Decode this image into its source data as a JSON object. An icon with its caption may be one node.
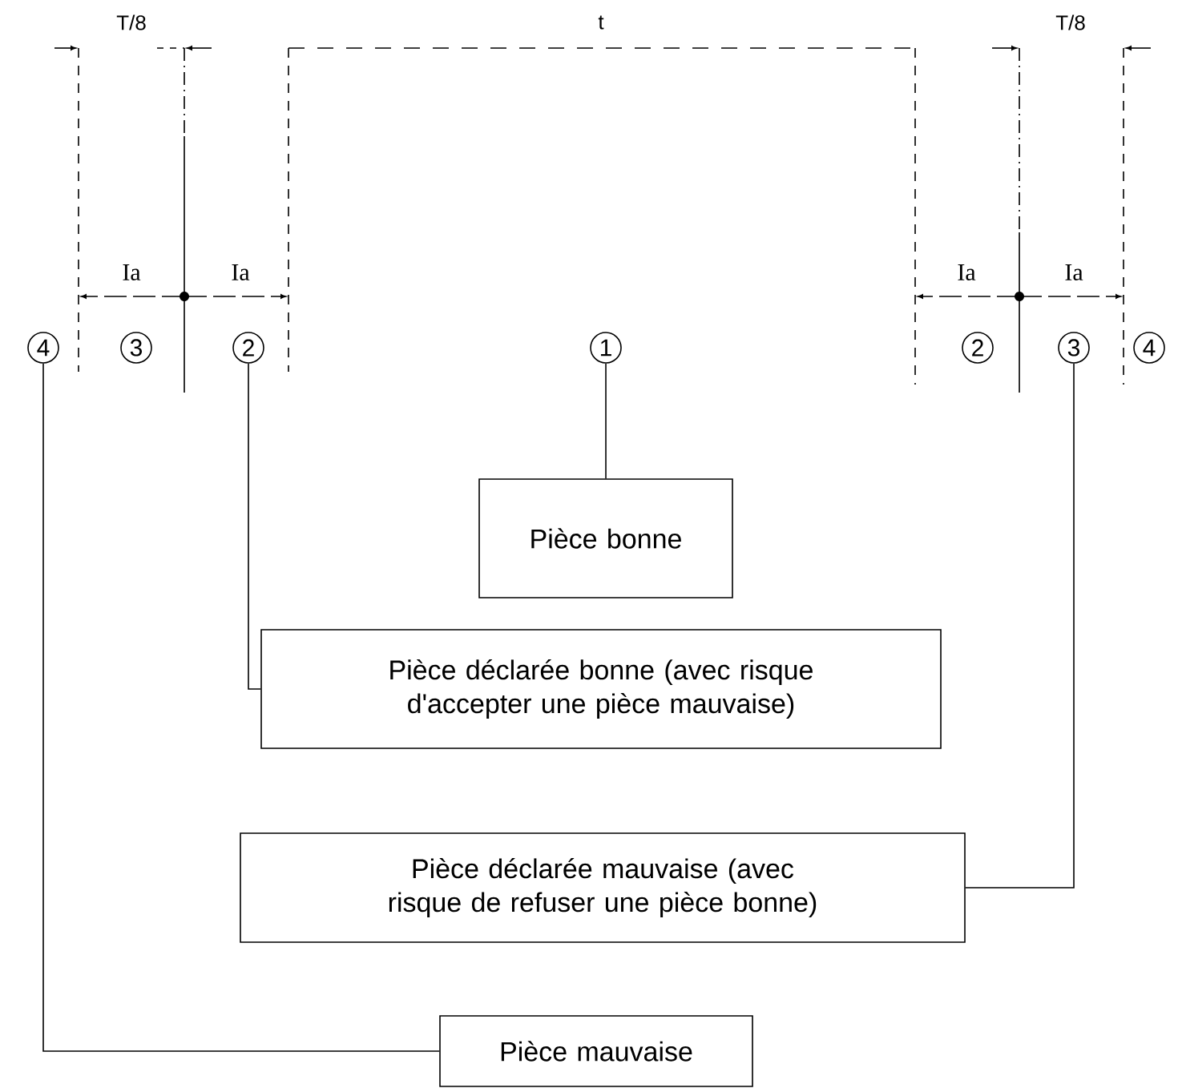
{
  "diagram": {
    "nodes": [
      {
        "text": [
          "4"
        ]
      },
      {
        "text": [
          "3"
        ]
      },
      {
        "text": [
          "2"
        ]
      },
      {
        "text": [
          "1"
        ]
      },
      {
        "text": [
          "2"
        ]
      },
      {
        "text": [
          "3"
        ]
      },
      {
        "text": [
          "4"
        ]
      },
      {
        "text": [
          "Pièce bonne"
        ]
      },
      {
        "text": [
          "Pièce déclarée bonne (avec risque d'accepter une pièce mauvaise)"
        ]
      },
      {
        "text": [
          "Pièce déclarée mauvaise (avec risque de refuser une pièce bonne)"
        ]
      },
      {
        "text": [
          "Pièce mauvaise"
        ]
      }
    ],
    "edges": [
      {
        "from": 3,
        "to": 7,
        "arrow": "none"
      },
      {
        "from": 2,
        "to": 8,
        "arrow": "none"
      },
      {
        "from": 5,
        "to": 9,
        "arrow": "none"
      },
      {
        "from": 0,
        "to": 10,
        "arrow": "none"
      }
    ],
    "labels": [
      "T/8",
      "t",
      "T/8",
      "Ia",
      "Ia",
      "Ia",
      "Ia"
    ]
  }
}
